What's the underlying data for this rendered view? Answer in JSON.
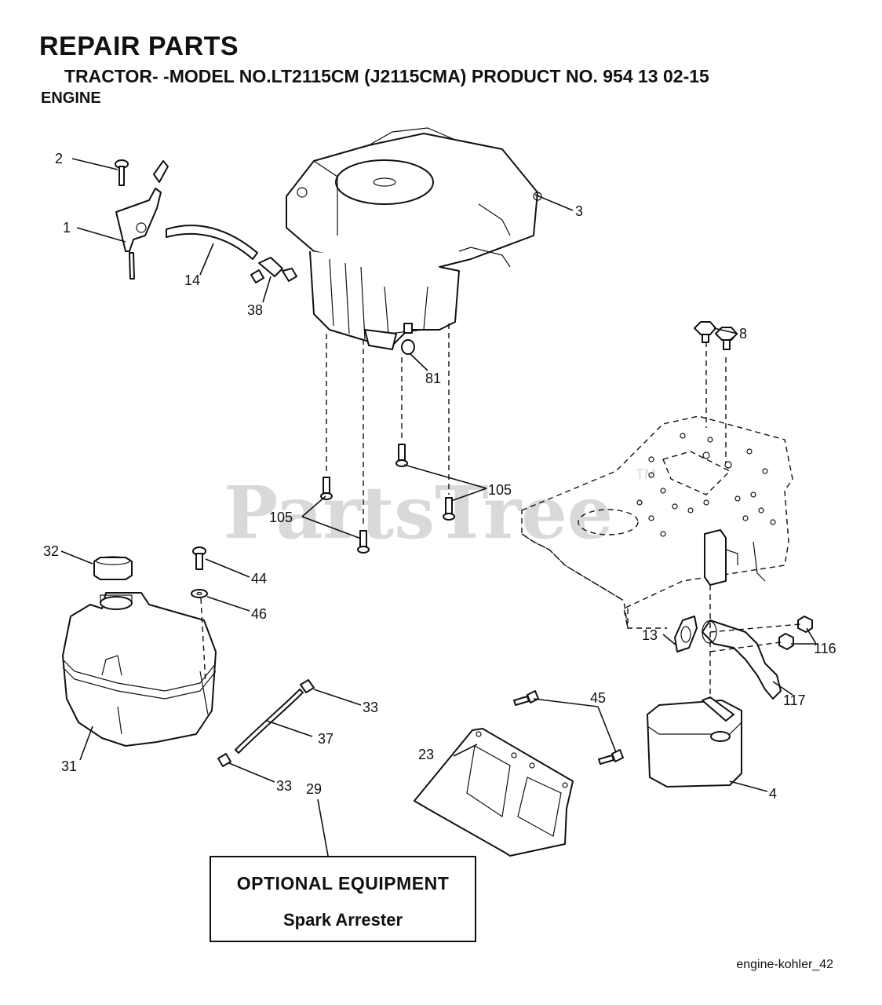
{
  "header": {
    "title": "REPAIR PARTS",
    "subtitle": "TRACTOR- -MODEL NO.LT2115CM (J2115CMA) PRODUCT NO. 954 13 02-15",
    "section": "ENGINE"
  },
  "watermark": {
    "text": "PartsTree",
    "trademark": "TM"
  },
  "callouts": {
    "c1": "1",
    "c2": "2",
    "c3": "3",
    "c4": "4",
    "c8": "8",
    "c13": "13",
    "c14": "14",
    "c23": "23",
    "c29": "29",
    "c31": "31",
    "c32": "32",
    "c33a": "33",
    "c33b": "33",
    "c37": "37",
    "c38": "38",
    "c44": "44",
    "c45": "45",
    "c46": "46",
    "c81": "81",
    "c105a": "105",
    "c105b": "105",
    "c116": "116",
    "c117": "117"
  },
  "optional_box": {
    "line1": "OPTIONAL EQUIPMENT",
    "line2": "Spark Arrester"
  },
  "figure_ref": "engine-kohler_42"
}
